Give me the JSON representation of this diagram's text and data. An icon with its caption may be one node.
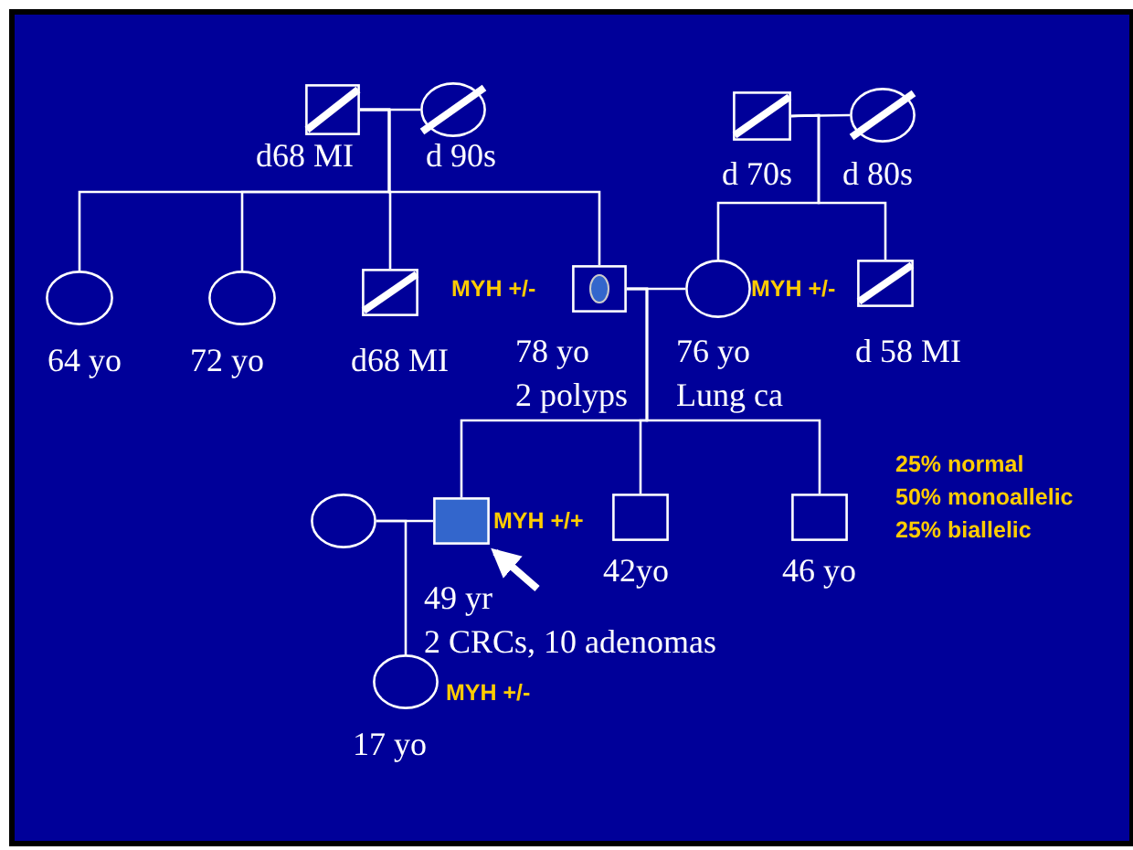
{
  "diagram": {
    "nodes": [
      {
        "text": [],
        "shape": "box",
        "beside": [
          "d68 MI"
        ]
      },
      {
        "text": [],
        "shape": "circle",
        "beside": [
          "d 90s"
        ]
      },
      {
        "text": [],
        "shape": "box",
        "beside": [
          "d 70s"
        ]
      },
      {
        "text": [],
        "shape": "circle",
        "beside": [
          "d 80s"
        ]
      },
      {
        "text": [],
        "shape": "circle",
        "beside": [
          "64 yo"
        ]
      },
      {
        "text": [],
        "shape": "circle",
        "beside": [
          "72 yo"
        ]
      },
      {
        "text": [],
        "shape": "box",
        "beside": [
          "d68 MI"
        ]
      },
      {
        "text": [],
        "shape": "box",
        "beside": [
          "MYH +/-",
          "78 yo",
          "2 polyps"
        ]
      },
      {
        "text": [],
        "shape": "circle",
        "beside": [
          "76 yo",
          "Lung ca",
          "MYH +/-"
        ]
      },
      {
        "text": [],
        "shape": "box",
        "beside": [
          "d 58 MI"
        ]
      },
      {
        "text": [],
        "shape": "circle"
      },
      {
        "text": [],
        "shape": "box",
        "beside": [
          "MYH +/+",
          "49 yr",
          "2 CRCs, 10 adenomas"
        ]
      },
      {
        "text": [],
        "shape": "box",
        "beside": [
          "42yo"
        ]
      },
      {
        "text": [],
        "shape": "box",
        "beside": [
          "46 yo"
        ]
      },
      {
        "text": [],
        "shape": "circle",
        "beside": [
          "MYH +/-",
          "17 yo"
        ]
      }
    ],
    "edges": [
      {
        "from": 0,
        "to": 1,
        "arrow": "none"
      },
      {
        "from": 0,
        "to": 4,
        "arrow": "none"
      },
      {
        "from": 0,
        "to": 5,
        "arrow": "none"
      },
      {
        "from": 0,
        "to": 6,
        "arrow": "none"
      },
      {
        "from": 0,
        "to": 7,
        "arrow": "none"
      },
      {
        "from": 2,
        "to": 3,
        "arrow": "none"
      },
      {
        "from": 2,
        "to": 8,
        "arrow": "none"
      },
      {
        "from": 2,
        "to": 9,
        "arrow": "none"
      },
      {
        "from": 7,
        "to": 8,
        "arrow": "none"
      },
      {
        "from": 7,
        "to": 11,
        "arrow": "none"
      },
      {
        "from": 7,
        "to": 12,
        "arrow": "none"
      },
      {
        "from": 7,
        "to": 13,
        "arrow": "none"
      },
      {
        "from": 10,
        "to": 11,
        "arrow": "none"
      },
      {
        "from": 10,
        "to": 14,
        "arrow": "none"
      },
      {
        "from": null,
        "to": 11,
        "arrow": "to",
        "style": "thick"
      }
    ],
    "labels": [
      "25% normal",
      "50% monoallelic",
      "25% biallelic"
    ]
  }
}
